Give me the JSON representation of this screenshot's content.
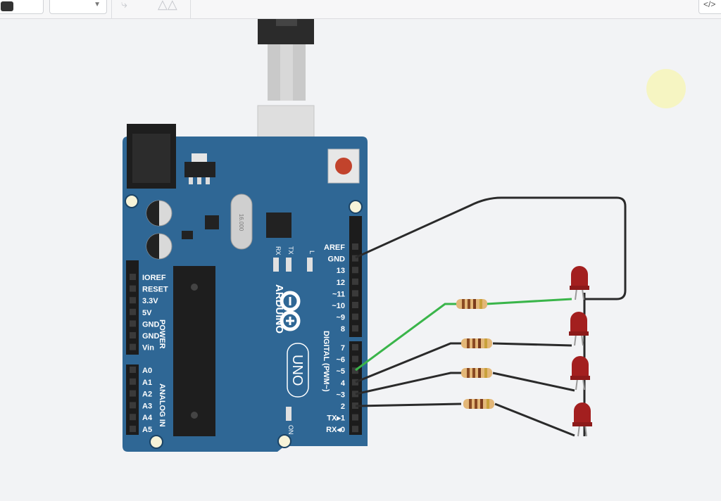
{
  "toolbar": {
    "icons": [
      "color-swatch-icon",
      "dropdown-icon",
      "flip-icon",
      "mirror-icon",
      "code-icon"
    ]
  },
  "board": {
    "brand": "ARDUINO",
    "model": "UNO",
    "crystal": "16.000",
    "power_header_title": "POWER",
    "analog_header_title": "ANALOG IN",
    "digital_header_title": "DIGITAL (PWM~)",
    "on_label": "ON",
    "l_label": "L",
    "tx_label": "TX",
    "rx_label": "RX",
    "power_pins": [
      "IOREF",
      "RESET",
      "3.3V",
      "5V",
      "GND",
      "GND",
      "Vin"
    ],
    "analog_pins": [
      "A0",
      "A1",
      "A2",
      "A3",
      "A4",
      "A5"
    ],
    "digital_top_pins": [
      "AREF",
      "GND",
      "13",
      "12",
      "~11",
      "~10",
      "~9",
      "8"
    ],
    "digital_bottom_pins": [
      "7",
      "~6",
      "~5",
      "4",
      "~3",
      "2",
      "TX▸1",
      "RX◂0"
    ]
  },
  "colors": {
    "board": "#2f6795",
    "wire_black": "#2a2a2a",
    "wire_green": "#3ab54a",
    "led": "#a31f1f",
    "canvas": "#f2f3f5"
  }
}
